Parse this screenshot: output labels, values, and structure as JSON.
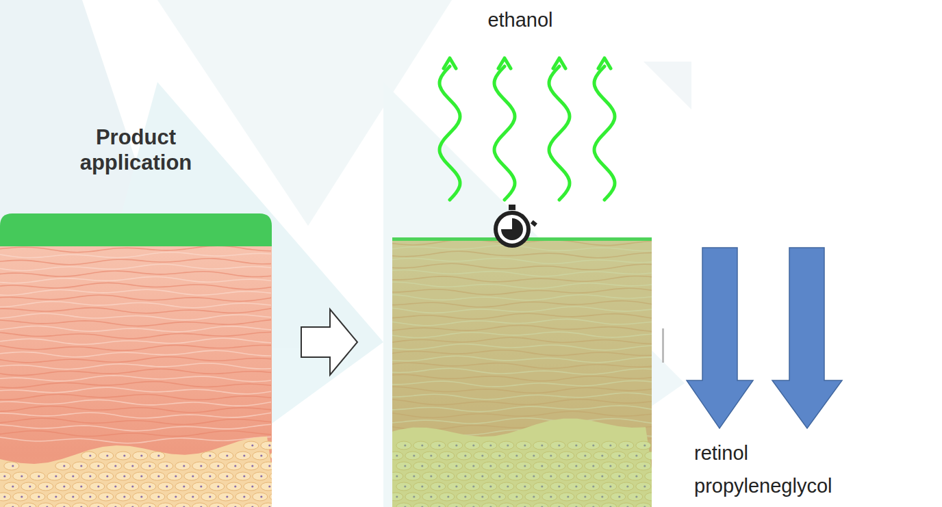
{
  "diagram": {
    "nodes": [
      {
        "text": [
          "Product application"
        ]
      }
    ],
    "labels": [
      "ethanol",
      "retinol",
      "propyleneglycol"
    ]
  }
}
